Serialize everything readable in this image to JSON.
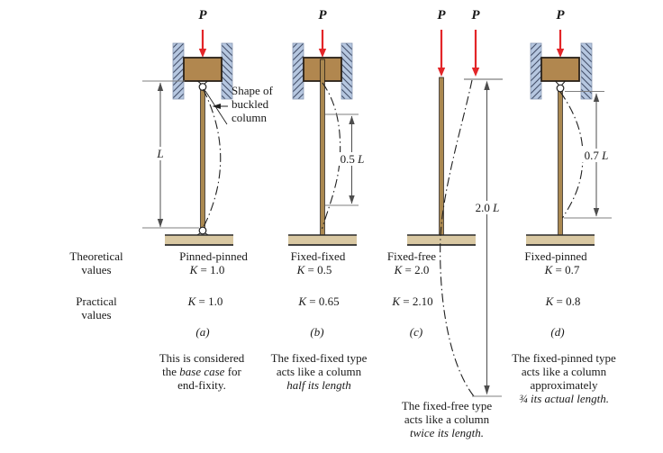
{
  "colors": {
    "load_arrow_red": "#e32528",
    "wall_blue": "#b6c7e0",
    "cap_brown": "#b1874f",
    "column_brown": "#aa8850",
    "base_slab_tan": "#d9c8a2",
    "line_dark": "#1f1f1f",
    "dim_gray": "#4d4d4d"
  },
  "figure": {
    "load_symbol": "P",
    "k_symbol": "K",
    "shape_note": {
      "l1": "Shape of",
      "l2": "buckled",
      "l3": "column"
    },
    "row_headers": {
      "theoretical_l1": "Theoretical",
      "theoretical_l2": "values",
      "practical_l1": "Practical",
      "practical_l2": "values"
    },
    "cols": {
      "a": {
        "name": "Pinned-pinned",
        "k_theoretical": "= 1.0",
        "k_practical": "= 1.0",
        "tag": "(a)",
        "len_num": "",
        "len_var": "L",
        "cap_l1": "This is considered",
        "cap_l2a": "the ",
        "cap_l2em": "base case",
        "cap_l2b": " for",
        "cap_l3": "end-fixity."
      },
      "b": {
        "name": "Fixed-fixed",
        "k_theoretical": "= 0.5",
        "k_practical": "= 0.65",
        "tag": "(b)",
        "len_num": "0.5 ",
        "len_var": "L",
        "cap_l1": "The fixed-fixed type",
        "cap_l2": "acts like a column",
        "cap_l3em": "half its length"
      },
      "c": {
        "name": "Fixed-free",
        "k_theoretical": "= 2.0",
        "k_practical": "= 2.10",
        "tag": "(c)",
        "len_num": "2.0 ",
        "len_var": "L",
        "cap_l1": "The fixed-free type",
        "cap_l2": "acts like a column",
        "cap_l3em": "twice its length."
      },
      "d": {
        "name": "Fixed-pinned",
        "k_theoretical": "= 0.7",
        "k_practical": "= 0.8",
        "tag": "(d)",
        "len_num": "0.7 ",
        "len_var": "L",
        "cap_l1": "The fixed-pinned type",
        "cap_l2": "acts like a column",
        "cap_l3": "approximately",
        "cap_l4em": "¾ its actual length."
      }
    }
  }
}
